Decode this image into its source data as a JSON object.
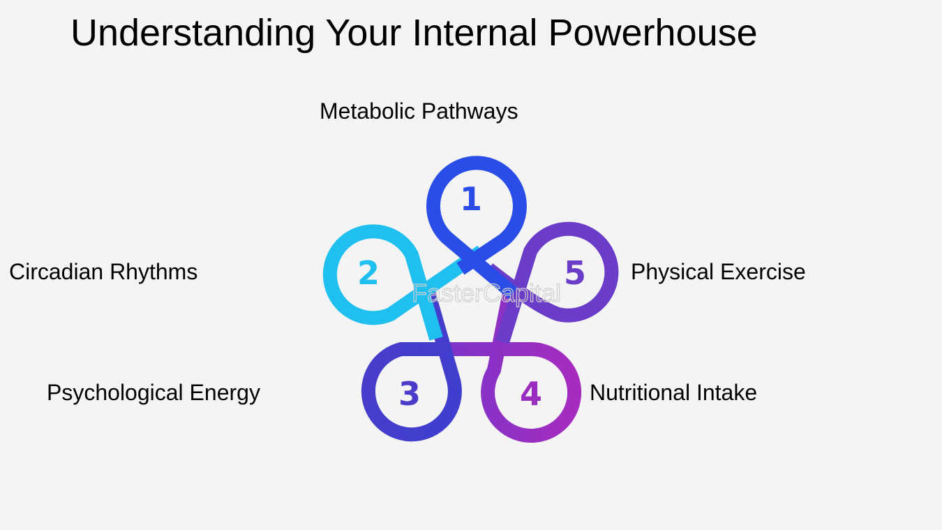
{
  "title": "Understanding Your Internal Powerhouse",
  "items": [
    {
      "number": "1",
      "label": "Metabolic Pathways",
      "color": "#2a4de8"
    },
    {
      "number": "2",
      "label": "Circadian Rhythms",
      "color": "#1fc0ef"
    },
    {
      "number": "3",
      "label": "Psychological Energy",
      "color": "#4a3cc8"
    },
    {
      "number": "4",
      "label": "Nutritional Intake",
      "color": "#9a2cc0"
    },
    {
      "number": "5",
      "label": "Physical Exercise",
      "color": "#6a3cc8"
    }
  ],
  "watermark": "FasterCapital"
}
